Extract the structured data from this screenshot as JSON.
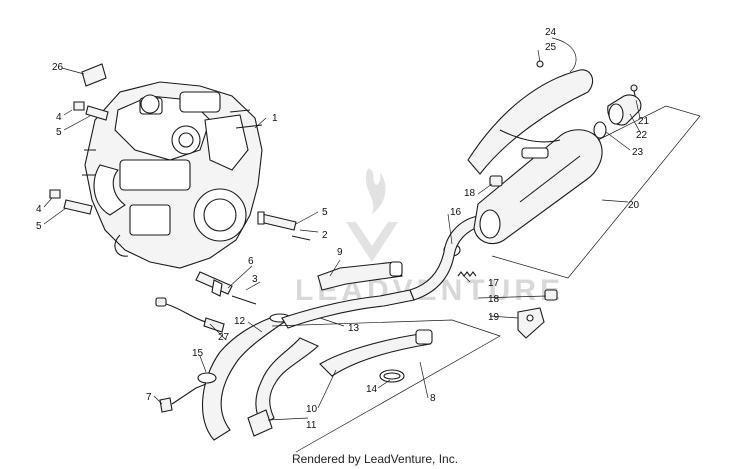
{
  "credit": "Rendered by LeadVenture, Inc.",
  "watermark": {
    "text": "LEADVENTURE",
    "color": "#d8d8d8"
  },
  "callouts": {
    "c1": "1",
    "c2": "2",
    "c3": "3",
    "c4a": "4",
    "c4b": "4",
    "c5a": "5",
    "c5b": "5",
    "c5c": "5",
    "c6": "6",
    "c7": "7",
    "c8": "8",
    "c9": "9",
    "c10": "10",
    "c11": "11",
    "c12": "12",
    "c13": "13",
    "c14": "14",
    "c15": "15",
    "c16": "16",
    "c17": "17",
    "c18a": "18",
    "c18b": "18",
    "c19": "19",
    "c20": "20",
    "c21": "21",
    "c22": "22",
    "c23": "23",
    "c24": "24",
    "c25": "25",
    "c26": "26",
    "c27": "27"
  }
}
